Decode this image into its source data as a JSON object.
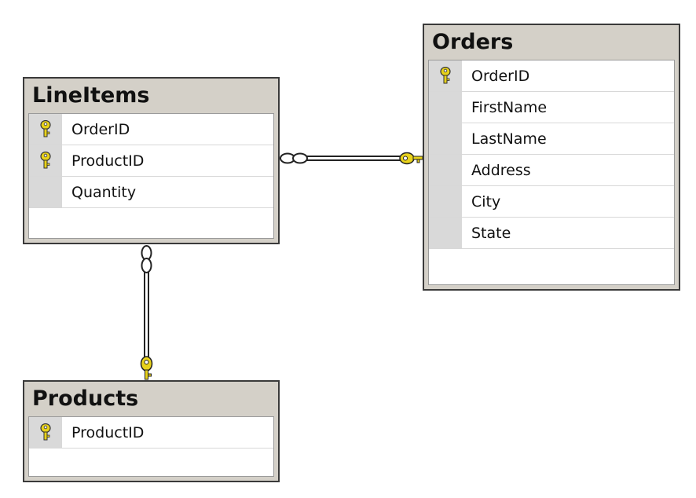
{
  "tables": {
    "lineitems": {
      "title": "LineItems",
      "columns": [
        {
          "name": "OrderID",
          "key": true
        },
        {
          "name": "ProductID",
          "key": true
        },
        {
          "name": "Quantity",
          "key": false
        }
      ]
    },
    "orders": {
      "title": "Orders",
      "columns": [
        {
          "name": "OrderID",
          "key": true
        },
        {
          "name": "FirstName",
          "key": false
        },
        {
          "name": "LastName",
          "key": false
        },
        {
          "name": "Address",
          "key": false
        },
        {
          "name": "City",
          "key": false
        },
        {
          "name": "State",
          "key": false
        }
      ]
    },
    "products": {
      "title": "Products",
      "columns": [
        {
          "name": "ProductID",
          "key": true
        }
      ]
    }
  },
  "relationships": [
    {
      "from": "LineItems",
      "to": "Orders",
      "from_end": "many",
      "to_end": "one"
    },
    {
      "from": "LineItems",
      "to": "Products",
      "from_end": "many",
      "to_end": "one"
    }
  ],
  "colors": {
    "key": "#e8d21a",
    "header": "#d4d0c8",
    "border": "#3a3a3a"
  }
}
